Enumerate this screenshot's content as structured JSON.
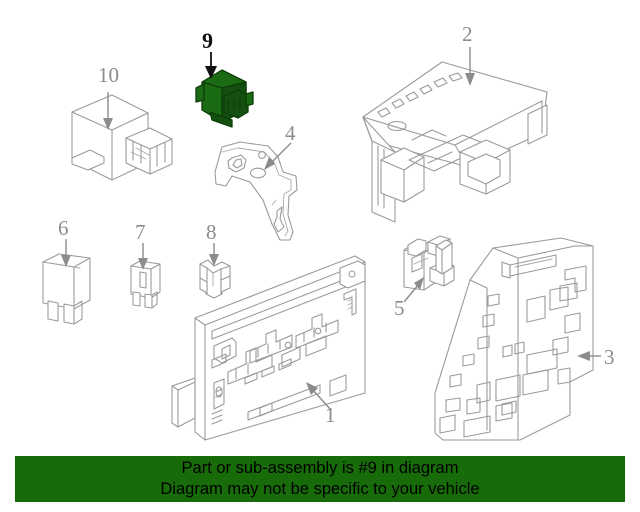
{
  "diagram": {
    "title": "Vehicle fuse box / relay exploded parts diagram",
    "background_color": "#ffffff",
    "line_color": "#9a9a9a",
    "highlight_color": "#1a6b14",
    "highlighted_part_number": "9",
    "callouts": [
      {
        "id": "callout-10",
        "number": "10",
        "part": "relay",
        "highlighted": false,
        "arrow_direction": "down"
      },
      {
        "id": "callout-9",
        "number": "9",
        "part": "relay-highlighted",
        "highlighted": true,
        "arrow_direction": "down"
      },
      {
        "id": "callout-2",
        "number": "2",
        "part": "fuse-box-cover",
        "highlighted": false,
        "arrow_direction": "down"
      },
      {
        "id": "callout-4",
        "number": "4",
        "part": "mounting-bracket",
        "highlighted": false,
        "arrow_direction": "down-left"
      },
      {
        "id": "callout-6",
        "number": "6",
        "part": "blade-fuse-large",
        "highlighted": false,
        "arrow_direction": "down"
      },
      {
        "id": "callout-7",
        "number": "7",
        "part": "blade-fuse-small",
        "highlighted": false,
        "arrow_direction": "down"
      },
      {
        "id": "callout-8",
        "number": "8",
        "part": "fuse-link",
        "highlighted": false,
        "arrow_direction": "down"
      },
      {
        "id": "callout-5",
        "number": "5",
        "part": "connector-clip",
        "highlighted": false,
        "arrow_direction": "up-right"
      },
      {
        "id": "callout-1",
        "number": "1",
        "part": "fuse-panel-junction-block",
        "highlighted": false,
        "arrow_direction": "up-left"
      },
      {
        "id": "callout-3",
        "number": "3",
        "part": "side-panel-housing",
        "highlighted": false,
        "arrow_direction": "left"
      }
    ]
  },
  "banner": {
    "background_color": "#176b09",
    "text_color": "#000000",
    "line1": "Part or sub-assembly is #9 in diagram",
    "line2": "Diagram may not be specific to your vehicle"
  }
}
